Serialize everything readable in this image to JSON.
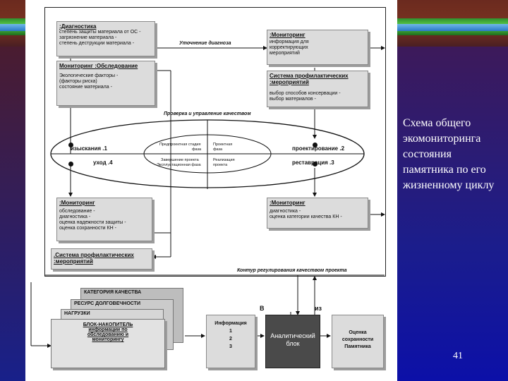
{
  "diagram": {
    "top_left": {
      "title": ":Диагностика",
      "lines": [
        "степень защиты материала от ОС -",
        "загрязнение материала -",
        "степень деструкции материала -"
      ]
    },
    "mid_left": {
      "title": "Мониторинг :Обследование",
      "lines": [
        "Экологические факторы -",
        "(факторы риска)",
        "состояние материала -"
      ]
    },
    "top_right": {
      "title": ":Мониторинг",
      "lines": [
        "информация для",
        "корректирующих",
        "мероприятий"
      ]
    },
    "mid_right": {
      "title": "Система профилактических :мероприятий",
      "lines": [
        "выбор способов консервации -",
        "выбор материалов -"
      ]
    },
    "bottom_left_mon": {
      "title": ":Мониторинг",
      "lines": [
        "обследование -",
        "диагностика -",
        "оценка надежности защиты -",
        "оценка сохранности КН -"
      ]
    },
    "bottom_left_sys": {
      "title": ".Система профилактических",
      "title2": ":мероприятий"
    },
    "bottom_right_mon": {
      "title": ":Мониторинг",
      "lines": [
        "диагностика -",
        "оценка категории качества КН -"
      ]
    },
    "labels": {
      "refine": "Уточнение диагноза",
      "quality": "Проверка и управление качеством",
      "contour": "Контур регулирования качеством проекта"
    },
    "ellipse": {
      "left_top": "изыскания .1",
      "left_bot": "уход .4",
      "right_top": "проектирование .2",
      "right_bot": "реставрация .3",
      "c1": "Предпроектная стадия",
      "c1b": "фаза",
      "c2": "Проектная",
      "c2b": "фаза",
      "c3": "Завершение проекта",
      "c3b": "Эксплуатационная фаза",
      "c4": "Реализация",
      "c4b": "проекта"
    },
    "stack": {
      "s1": "КАТЕГОРИЯ КАЧЕСТВА",
      "s2": "РЕСУРС ДОЛГОВЕЧНОСТИ",
      "s3": "НАГРУЗКИ",
      "s4a": "БЛОК-НАКОПИТЕЛЬ",
      "s4b": "информации по",
      "s4c": "обследованию и",
      "s4d": "мониторингу"
    },
    "info": {
      "title": "Информация",
      "n1": "1",
      "n2": "2",
      "n3": "3"
    },
    "io": {
      "in": "В",
      "out": "из"
    },
    "analytic": {
      "l1": "Аналитический",
      "l2": "блок"
    },
    "assess": {
      "l1": "Оценка",
      "l2": "сохранности",
      "l3": "Памятника"
    }
  },
  "caption": "Схема общего экомониторинга состояния памятника по его жизненному циклу",
  "page_number": "41"
}
